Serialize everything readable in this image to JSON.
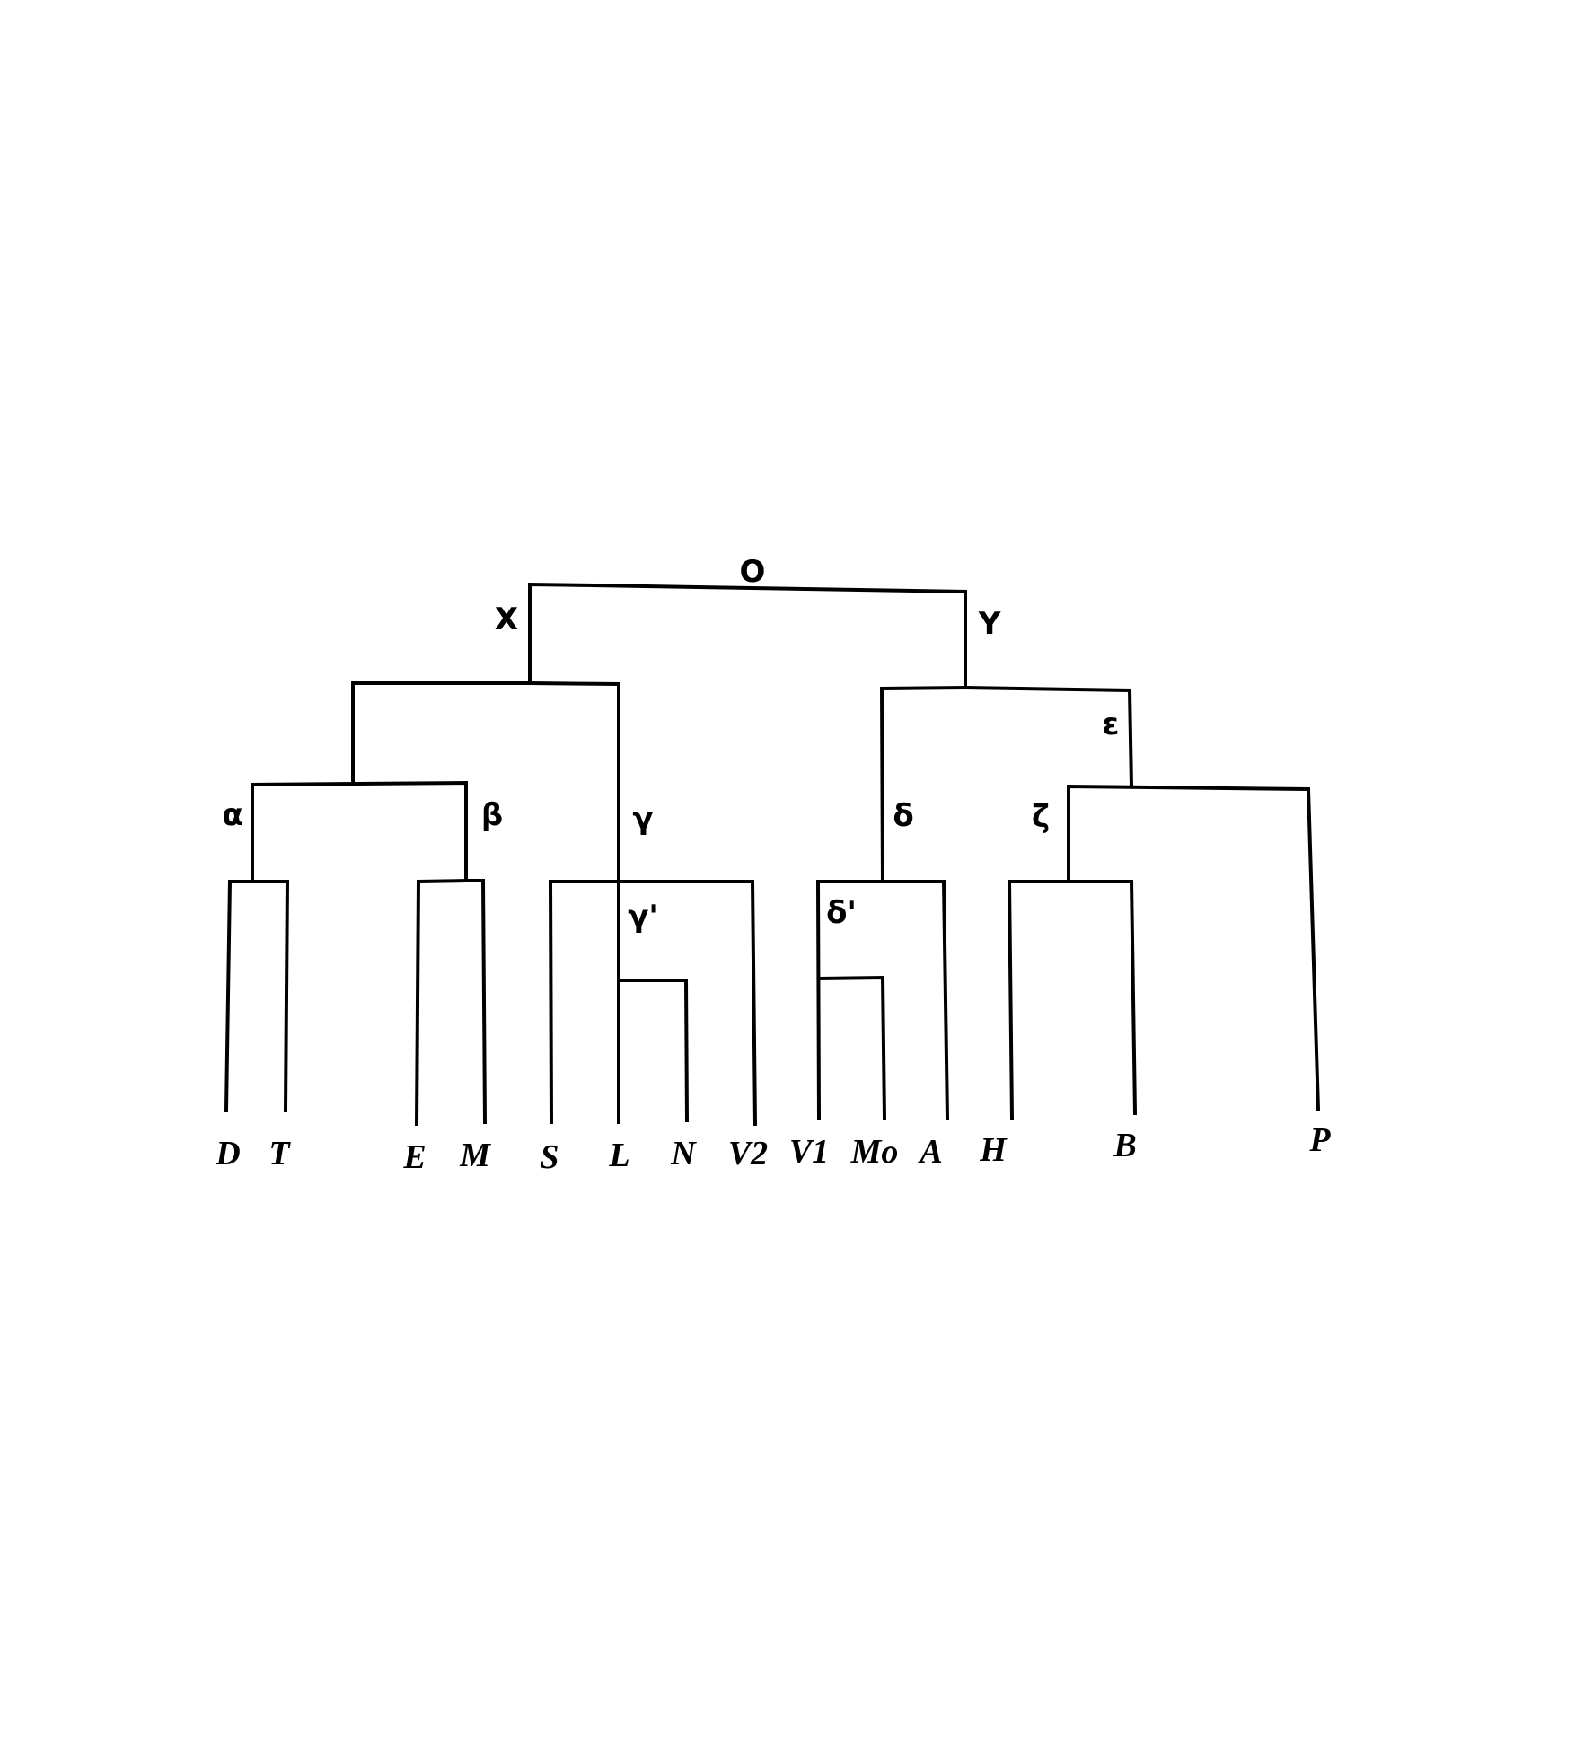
{
  "diagram": {
    "type": "stemma-codicum",
    "line_color": "#000000",
    "background": "#ffffff",
    "node_labels": {
      "O": "O",
      "X": "X",
      "Y": "Y",
      "alpha": "α",
      "beta": "β",
      "gamma": "γ",
      "gamma_prime": "γ'",
      "delta": "δ",
      "delta_prime": "δ'",
      "epsilon": "ε",
      "zeta": "ζ"
    },
    "leaf_labels": {
      "D": "D",
      "T": "T",
      "E": "E",
      "M": "M",
      "S": "S",
      "L": "L",
      "N": "N",
      "V2": "V2",
      "V1": "V1",
      "Mo": "Mo",
      "A": "A",
      "H": "H",
      "B": "B",
      "P": "P"
    },
    "edges": [
      [
        "O",
        "X"
      ],
      [
        "O",
        "Y"
      ],
      [
        "X",
        "alpha"
      ],
      [
        "X",
        "beta"
      ],
      [
        "X",
        "gamma"
      ],
      [
        "alpha",
        "D"
      ],
      [
        "alpha",
        "T"
      ],
      [
        "beta",
        "E"
      ],
      [
        "beta",
        "M"
      ],
      [
        "gamma",
        "S"
      ],
      [
        "gamma",
        "gamma_prime"
      ],
      [
        "gamma",
        "V2"
      ],
      [
        "gamma_prime",
        "L"
      ],
      [
        "gamma_prime",
        "N"
      ],
      [
        "Y",
        "delta"
      ],
      [
        "Y",
        "epsilon"
      ],
      [
        "delta",
        "delta_prime"
      ],
      [
        "delta",
        "A"
      ],
      [
        "delta_prime",
        "V1"
      ],
      [
        "delta_prime",
        "Mo"
      ],
      [
        "epsilon",
        "zeta"
      ],
      [
        "epsilon",
        "P"
      ],
      [
        "zeta",
        "H"
      ],
      [
        "zeta",
        "B"
      ]
    ]
  }
}
